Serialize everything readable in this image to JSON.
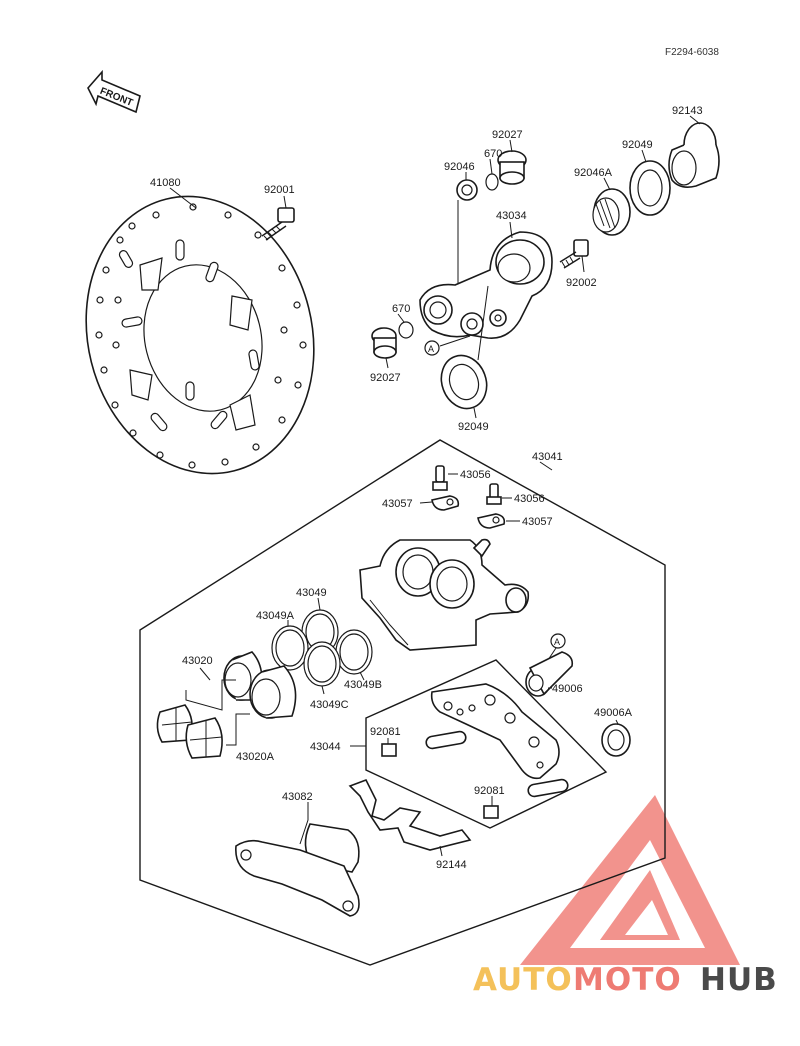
{
  "diagram_code": "F2294-6038",
  "front_arrow_text": "FRONT",
  "circle_ref": "A",
  "parts": {
    "p41080": "41080",
    "p92001": "92001",
    "p92027_top": "92027",
    "p670_top": "670",
    "p92046_top": "92046",
    "p43034": "43034",
    "p92143": "92143",
    "p92049_top": "92049",
    "p92046A": "92046A",
    "p92002": "92002",
    "p670_bot": "670",
    "p92027_bot": "92027",
    "p92049_bot": "92049",
    "p43041": "43041",
    "p43056_a": "43056",
    "p43056_b": "43056",
    "p43057_a": "43057",
    "p43057_b": "43057",
    "p43049": "43049",
    "p43049A": "43049A",
    "p43049B": "43049B",
    "p43049C": "43049C",
    "p43020": "43020",
    "p43020A": "43020A",
    "p43044": "43044",
    "p92081_a": "92081",
    "p92081_b": "92081",
    "p49006": "49006",
    "p49006A": "49006A",
    "p43082": "43082",
    "p92144": "92144"
  },
  "watermark": {
    "part1": "AUTO",
    "part2": "MOTO",
    "part3": "HUB",
    "colors": {
      "auto": "#f4c15a",
      "moto": "#ee7b73",
      "hub": "#4a4a4a",
      "triangle": "#ee6f68"
    }
  }
}
